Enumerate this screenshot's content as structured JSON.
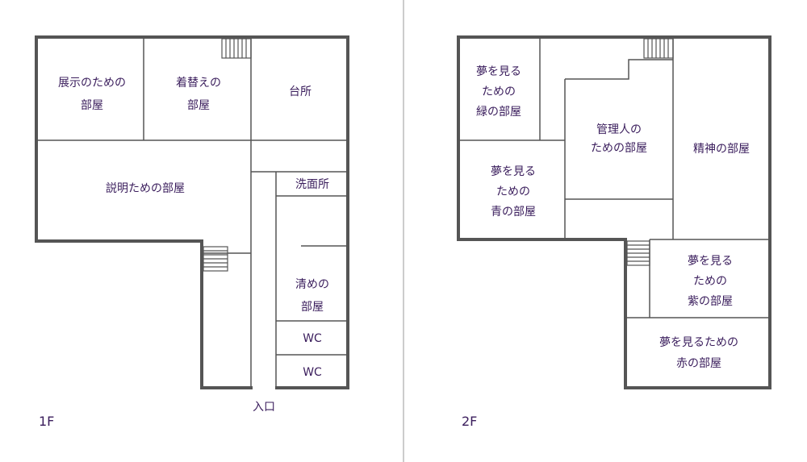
{
  "floor1": {
    "label": "1F",
    "entrance": "入口",
    "rooms": {
      "exhibit": [
        "展示のための",
        "部屋"
      ],
      "dressing": [
        "着替えの",
        "部屋"
      ],
      "kitchen": [
        "台所"
      ],
      "explain": [
        "説明ための部屋"
      ],
      "washroom": [
        "洗面所"
      ],
      "purify": [
        "清めの",
        "部屋"
      ],
      "wc1": [
        "WC"
      ],
      "wc2": [
        "WC"
      ]
    }
  },
  "floor2": {
    "label": "2F",
    "rooms": {
      "green": [
        "夢を見る",
        "ための",
        "緑の部屋"
      ],
      "blue": [
        "夢を見る",
        "ための",
        "青の部屋"
      ],
      "manager": [
        "管理人の",
        "ための部屋"
      ],
      "spirit": [
        "精神の部屋"
      ],
      "purple": [
        "夢を見る",
        "ための",
        "紫の部屋"
      ],
      "red": [
        "夢を見るための",
        "赤の部屋"
      ]
    }
  }
}
